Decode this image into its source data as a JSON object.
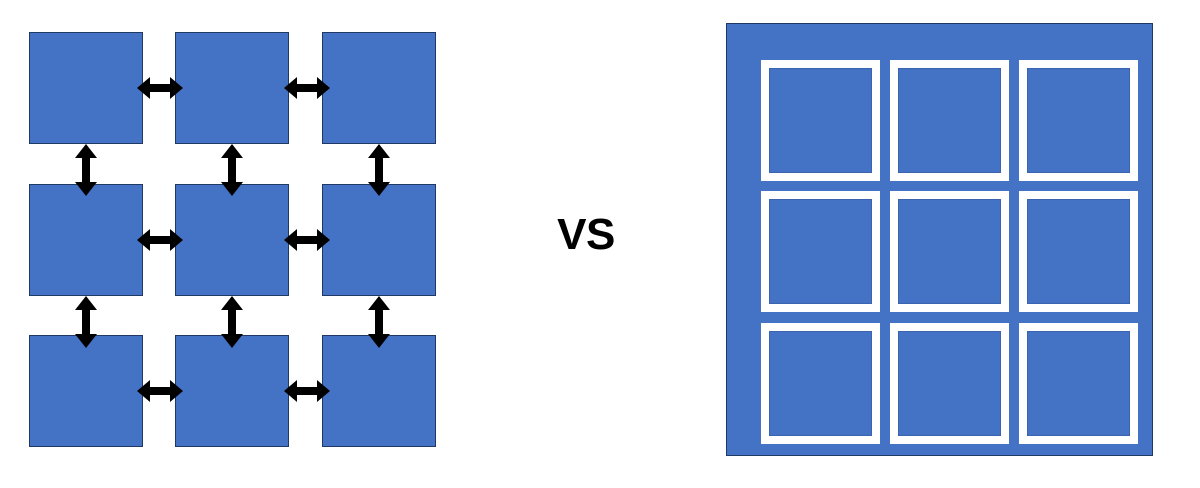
{
  "figure": {
    "title": "",
    "comparison_label": "VS",
    "colors": {
      "block_fill": "#4472C4",
      "block_outline": "#1F3864",
      "divider": "#FFFFFF",
      "arrow": "#000000",
      "background": "#FFFFFF",
      "label_text": "#000000"
    }
  },
  "left_panel": {
    "name": "separated-blocks-diagram",
    "description": "3 by 3 grid of separate square blocks with double-headed arrows spanning the gaps between them",
    "grid": {
      "rows": 3,
      "cols": 3,
      "cell_count": 9
    },
    "cells": [
      {
        "row": 1,
        "col": 1
      },
      {
        "row": 1,
        "col": 2
      },
      {
        "row": 1,
        "col": 3
      },
      {
        "row": 2,
        "col": 1
      },
      {
        "row": 2,
        "col": 2
      },
      {
        "row": 2,
        "col": 3
      },
      {
        "row": 3,
        "col": 1
      },
      {
        "row": 3,
        "col": 2
      },
      {
        "row": 3,
        "col": 3
      }
    ],
    "horizontal_arrows": [
      {
        "between": "r1c1-r1c2"
      },
      {
        "between": "r1c2-r1c3"
      },
      {
        "between": "r2c1-r2c2"
      },
      {
        "between": "r2c2-r2c3"
      },
      {
        "between": "r3c1-r3c2"
      },
      {
        "between": "r3c2-r3c3"
      }
    ],
    "vertical_arrows": [
      {
        "between": "r1c1-r2c1"
      },
      {
        "between": "r1c2-r2c2"
      },
      {
        "between": "r1c3-r2c3"
      },
      {
        "between": "r2c1-r3c1"
      },
      {
        "between": "r2c2-r3c2"
      },
      {
        "between": "r2c3-r3c3"
      }
    ]
  },
  "right_panel": {
    "name": "monolithic-block-diagram",
    "description": "Single solid square block subdivided into a 3 by 3 grid by white divider lines",
    "grid": {
      "rows": 3,
      "cols": 3,
      "cell_count": 9
    },
    "cells": [
      {
        "row": 1,
        "col": 1
      },
      {
        "row": 1,
        "col": 2
      },
      {
        "row": 1,
        "col": 3
      },
      {
        "row": 2,
        "col": 1
      },
      {
        "row": 2,
        "col": 2
      },
      {
        "row": 2,
        "col": 3
      },
      {
        "row": 3,
        "col": 1
      },
      {
        "row": 3,
        "col": 2
      },
      {
        "row": 3,
        "col": 3
      }
    ]
  }
}
